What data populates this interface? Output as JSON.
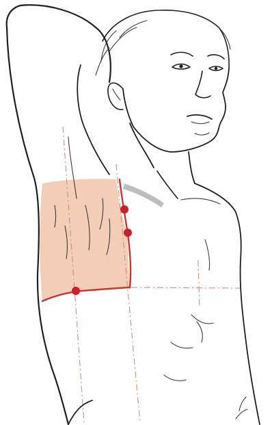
{
  "figure": {
    "colors": {
      "background": "#ffffff",
      "outline": "#1f1f1f",
      "shaded_region": "#f3cdb6",
      "incision_line": "#c7362f",
      "guide_line": "#c98f86",
      "marker": "#cc1f2a",
      "shadow_band": "#bdbdbd"
    },
    "markers": [
      {
        "name": "upper-point"
      },
      {
        "name": "middle-point"
      },
      {
        "name": "lower-point"
      }
    ]
  }
}
